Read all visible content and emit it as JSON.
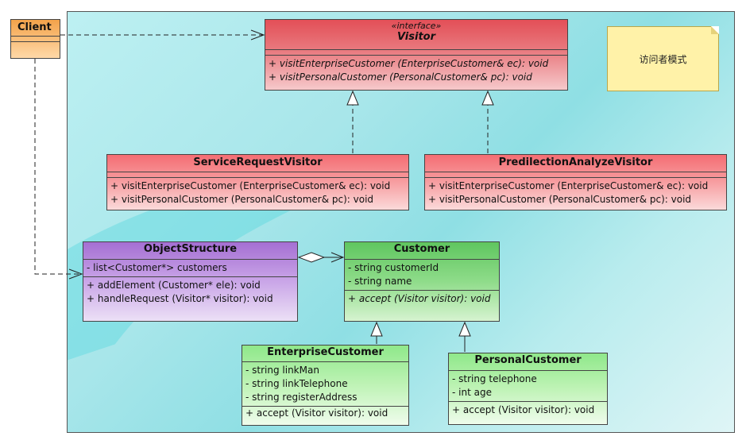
{
  "note": {
    "text": "访问者模式"
  },
  "classes": {
    "client": {
      "name": "Client"
    },
    "visitor": {
      "stereotype": "«interface»",
      "name": "Visitor",
      "ops": [
        "+ visitEnterpriseCustomer (EnterpriseCustomer& ec): void",
        "+ visitPersonalCustomer (PersonalCustomer& pc): void"
      ]
    },
    "service": {
      "name": "ServiceRequestVisitor",
      "ops": [
        "+ visitEnterpriseCustomer (EnterpriseCustomer& ec): void",
        "+ visitPersonalCustomer (PersonalCustomer& pc): void"
      ]
    },
    "predilection": {
      "name": "PredilectionAnalyzeVisitor",
      "ops": [
        "+ visitEnterpriseCustomer (EnterpriseCustomer& ec): void",
        "+ visitPersonalCustomer (PersonalCustomer& pc): void"
      ]
    },
    "objectstructure": {
      "name": "ObjectStructure",
      "attrs": [
        "- list<Customer*> customers"
      ],
      "ops": [
        "+ addElement (Customer* ele): void",
        "+ handleRequest (Visitor* visitor): void"
      ]
    },
    "customer": {
      "name": "Customer",
      "attrs": [
        "- string customerId",
        "- string name"
      ],
      "ops": [
        "+ accept (Visitor visitor): void"
      ]
    },
    "enterprise": {
      "name": "EnterpriseCustomer",
      "attrs": [
        "- string linkMan",
        "- string linkTelephone",
        "- string registerAddress"
      ],
      "ops": [
        "+ accept (Visitor visitor): void"
      ]
    },
    "personal": {
      "name": "PersonalCustomer",
      "attrs": [
        "- string telephone",
        "- int age"
      ],
      "ops": [
        "+ accept (Visitor visitor): void"
      ]
    }
  },
  "colors": {
    "client": "#f7a84a",
    "visitor": "#d9474d",
    "visitor_concrete": "#f26b6f",
    "objectstructure": "#9a63c9",
    "customer": "#5bbf5b",
    "customer_concrete": "#9aee8a",
    "note": "#fff2a8"
  }
}
